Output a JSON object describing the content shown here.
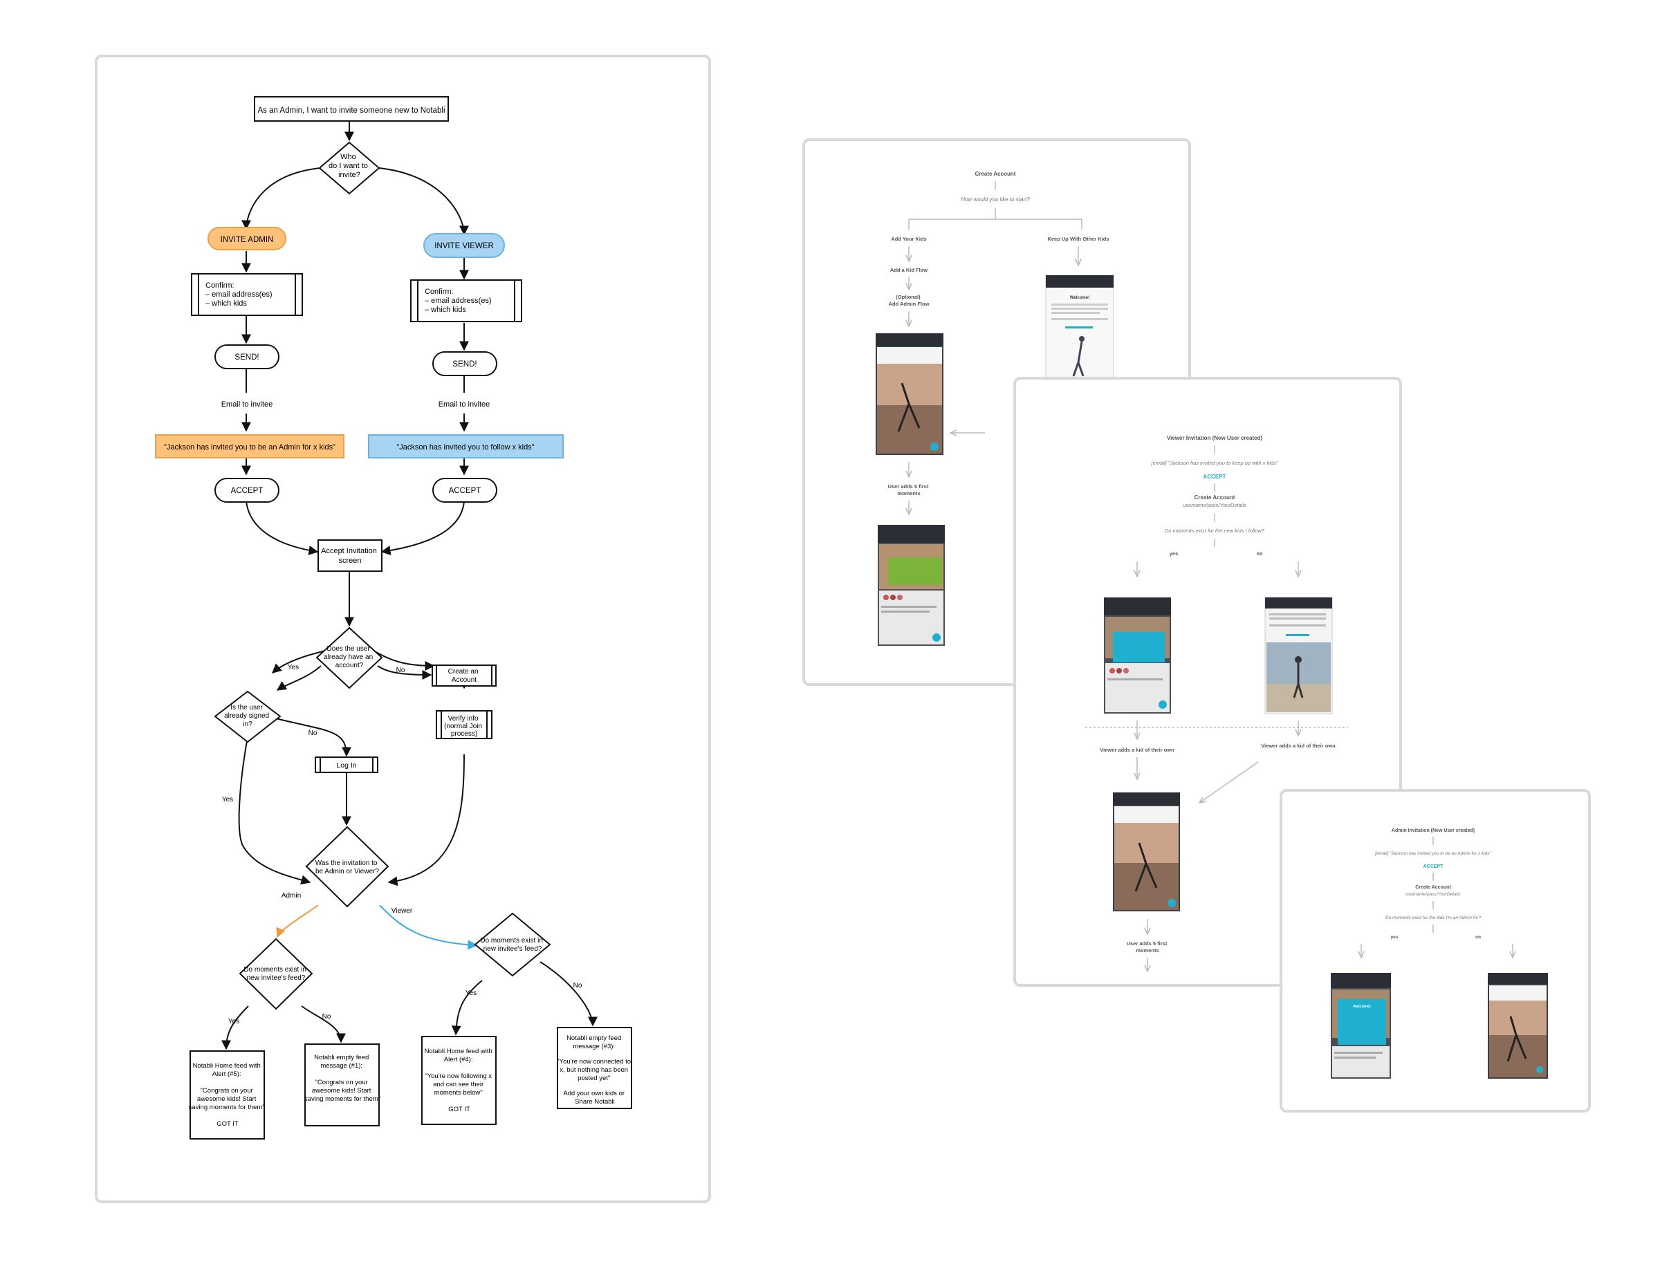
{
  "main_flow": {
    "start": "As an Admin, I want to invite someone new to Notabli",
    "who_decision": [
      "Who",
      "do I want to",
      "invite?"
    ],
    "invite_admin": "INVITE ADMIN",
    "invite_viewer": "INVITE VIEWER",
    "confirm_admin": [
      "Confirm:",
      "– email address(es)",
      "– which kids"
    ],
    "confirm_viewer": [
      "Confirm:",
      "– email address(es)",
      "– which kids"
    ],
    "send": "SEND!",
    "email_to_invitee": "Email to invitee",
    "admin_email": "\"Jackson has invited you to be an Admin for x kids\"",
    "viewer_email": "\"Jackson has invited you to follow x kids\"",
    "accept": "ACCEPT",
    "accept_screen": [
      "Accept Invitation",
      "screen"
    ],
    "has_account": [
      "Does the user",
      "already have an",
      "account?"
    ],
    "yes": "Yes",
    "no": "No",
    "signed_in": [
      "Is the user",
      "already signed",
      "in?"
    ],
    "create_account": [
      "Create an",
      "Account"
    ],
    "verify_info": [
      "Verify info",
      "(normal Join",
      "process)"
    ],
    "log_in": "Log In",
    "admin_or_viewer": [
      "Was the invitation to",
      "be Admin or Viewer?"
    ],
    "admin": "Admin",
    "viewer": "Viewer",
    "moments_exist": [
      "Do moments exist in",
      "new invitee's feed?"
    ],
    "result_1": [
      "Notabli Home feed with",
      "Alert (#5):",
      "",
      "\"Congrats on your",
      "awesome kids! Start",
      "saving moments for them\"",
      "",
      "GOT IT"
    ],
    "result_2": [
      "Notabli empty feed",
      "message (#1):",
      "",
      "\"Congrats on your",
      "awesome kids! Start",
      "saving moments for them\""
    ],
    "result_3": [
      "Notabli Home feed with",
      "Alert (#4):",
      "",
      "\"You're now following x",
      "and can see their",
      "moments below\"",
      "",
      "GOT IT"
    ],
    "result_4": [
      "Notabli empty feed",
      "message (#3):",
      "",
      "\"You're now connected to",
      "x, but nothing has been",
      "posted yet\"",
      "",
      "Add your own kids or",
      "Share Notabli"
    ]
  },
  "card_create": {
    "title": "Create Account",
    "subtitle": "How would you like to start?",
    "add_kids": "Add Your Kids",
    "keep_up": "Keep Up With Other Kids",
    "add_kid_flow": "Add a Kid Flow",
    "optional_admin": [
      "(Optional)",
      "Add Admin Flow"
    ],
    "user_adds": [
      "User adds 5 first",
      "moments"
    ],
    "welcome": "Welcome!"
  },
  "card_viewer": {
    "title": "Viewer Invitation (New User created)",
    "email": "[email] \"Jackson has invited you to keep up with x kids\"",
    "accept": "ACCEPT",
    "create_account": "Create Account",
    "details": "username/pass/YourDetails",
    "question": "Do moments exist for the new kids I follow?",
    "yes": "yes",
    "no": "no",
    "viewer_adds_left": "Viewer adds a kid of their own",
    "viewer_adds_right": "Viewer adds a kid of their own",
    "user_adds": [
      "User adds 5 first",
      "moments"
    ]
  },
  "card_admin": {
    "title": "Admin Invitation (New User created)",
    "email": "[email] \"Jackson has invited you to be an Admin for x kids\"",
    "accept": "ACCEPT",
    "create_account": "Create Account",
    "details": "username/pass/YourDetails",
    "question": "Do moments exist for the kids I'm an Admin for?",
    "yes": "yes",
    "no": "no",
    "welcome": "Welcome!"
  },
  "colors": {
    "admin_fill": "#ffc27a",
    "admin_stroke": "#e8a24a",
    "viewer_fill": "#a6d4f2",
    "viewer_stroke": "#6db3e0",
    "accent": "#1fb0d0",
    "card_border": "#d9d9d9"
  }
}
